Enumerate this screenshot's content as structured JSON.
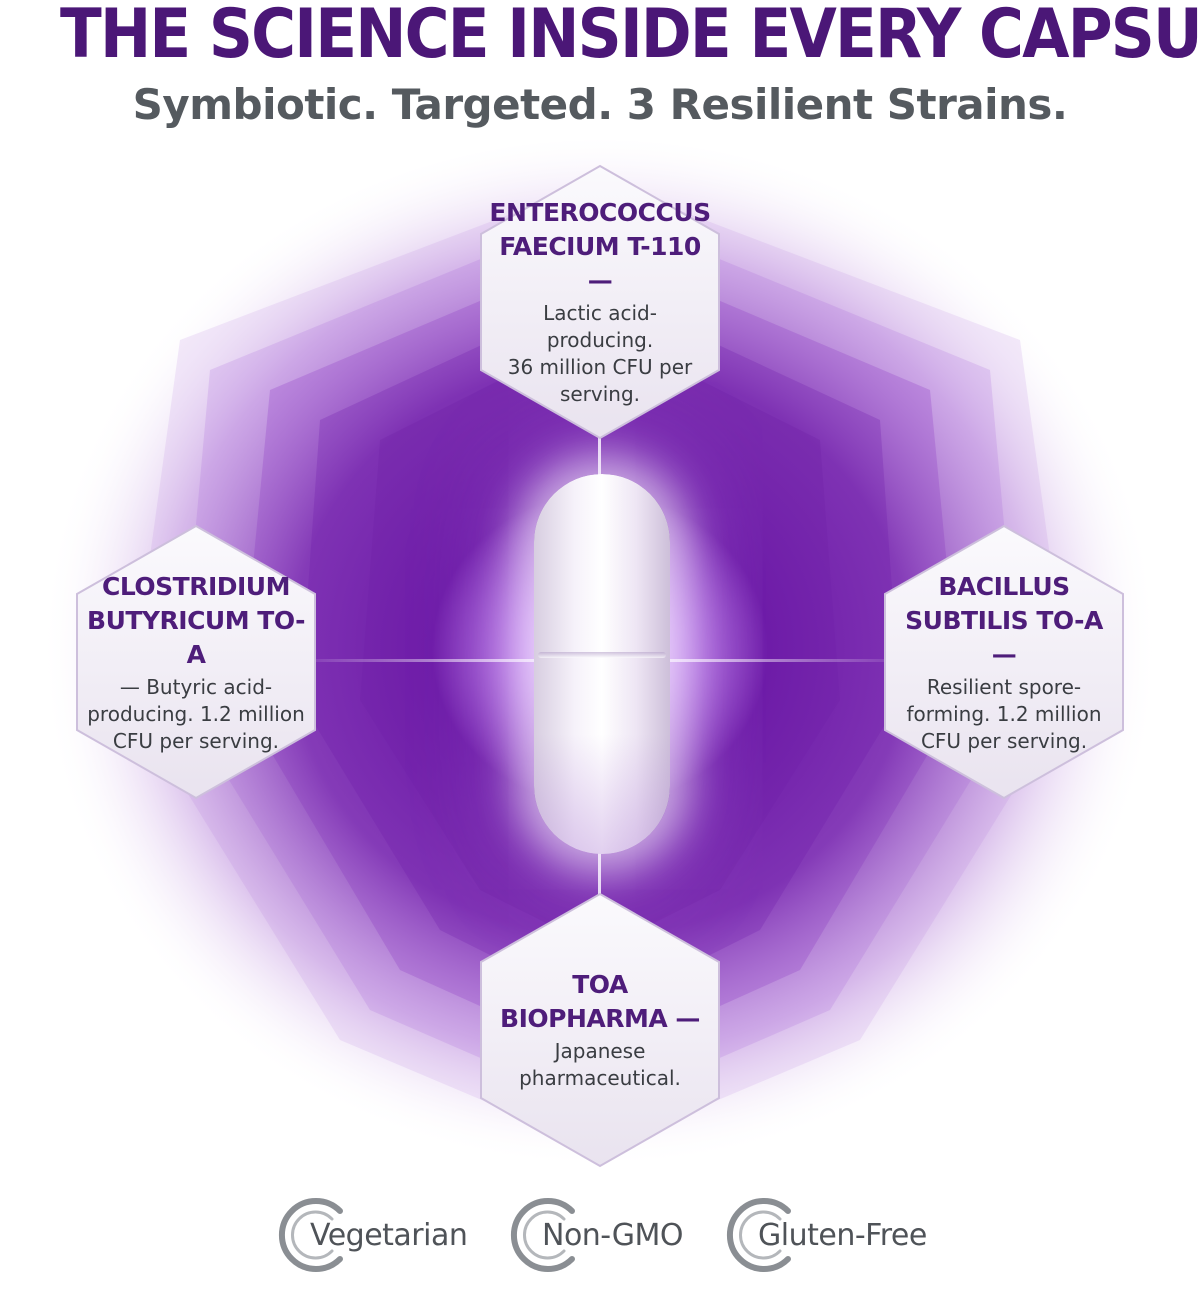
{
  "header": {
    "title": "THE SCIENCE INSIDE EVERY CAPSULE",
    "subtitle": "Symbiotic. Targeted. 3 Resilient Strains."
  },
  "strains": [
    {
      "position": "top",
      "heading": "ENTEROCOCCUS\nFAECIUM T-110 —",
      "description": "Lactic acid-producing.\n36 million CFU per\nserving."
    },
    {
      "position": "left",
      "heading": "CLOSTRIDIUM\nBUTYRICUM TO-A",
      "description": "— Butyric acid-\nproducing. 1.2 million\nCFU per serving."
    },
    {
      "position": "right",
      "heading": "BACILLUS\nSUBTILIS TO-A —",
      "description": "Resilient spore-\nforming. 1.2 million\nCFU per serving."
    },
    {
      "position": "bottom",
      "heading": "TOA\nBIOPHARMA —",
      "description": "Japanese\npharmaceutical."
    }
  ],
  "badges": [
    {
      "label": "Vegetarian",
      "icon": "circle-c-icon"
    },
    {
      "label": "Non-GMO",
      "icon": "circle-c-icon"
    },
    {
      "label": "Gluten-Free",
      "icon": "circle-c-icon"
    }
  ],
  "colors": {
    "title": "#4b1777",
    "subtitle": "#555a5f",
    "heading": "#4e1d7a",
    "body_text": "#3a3d42",
    "accent_purple": "#6a1fa0",
    "badge_gray": "#7d8186"
  }
}
